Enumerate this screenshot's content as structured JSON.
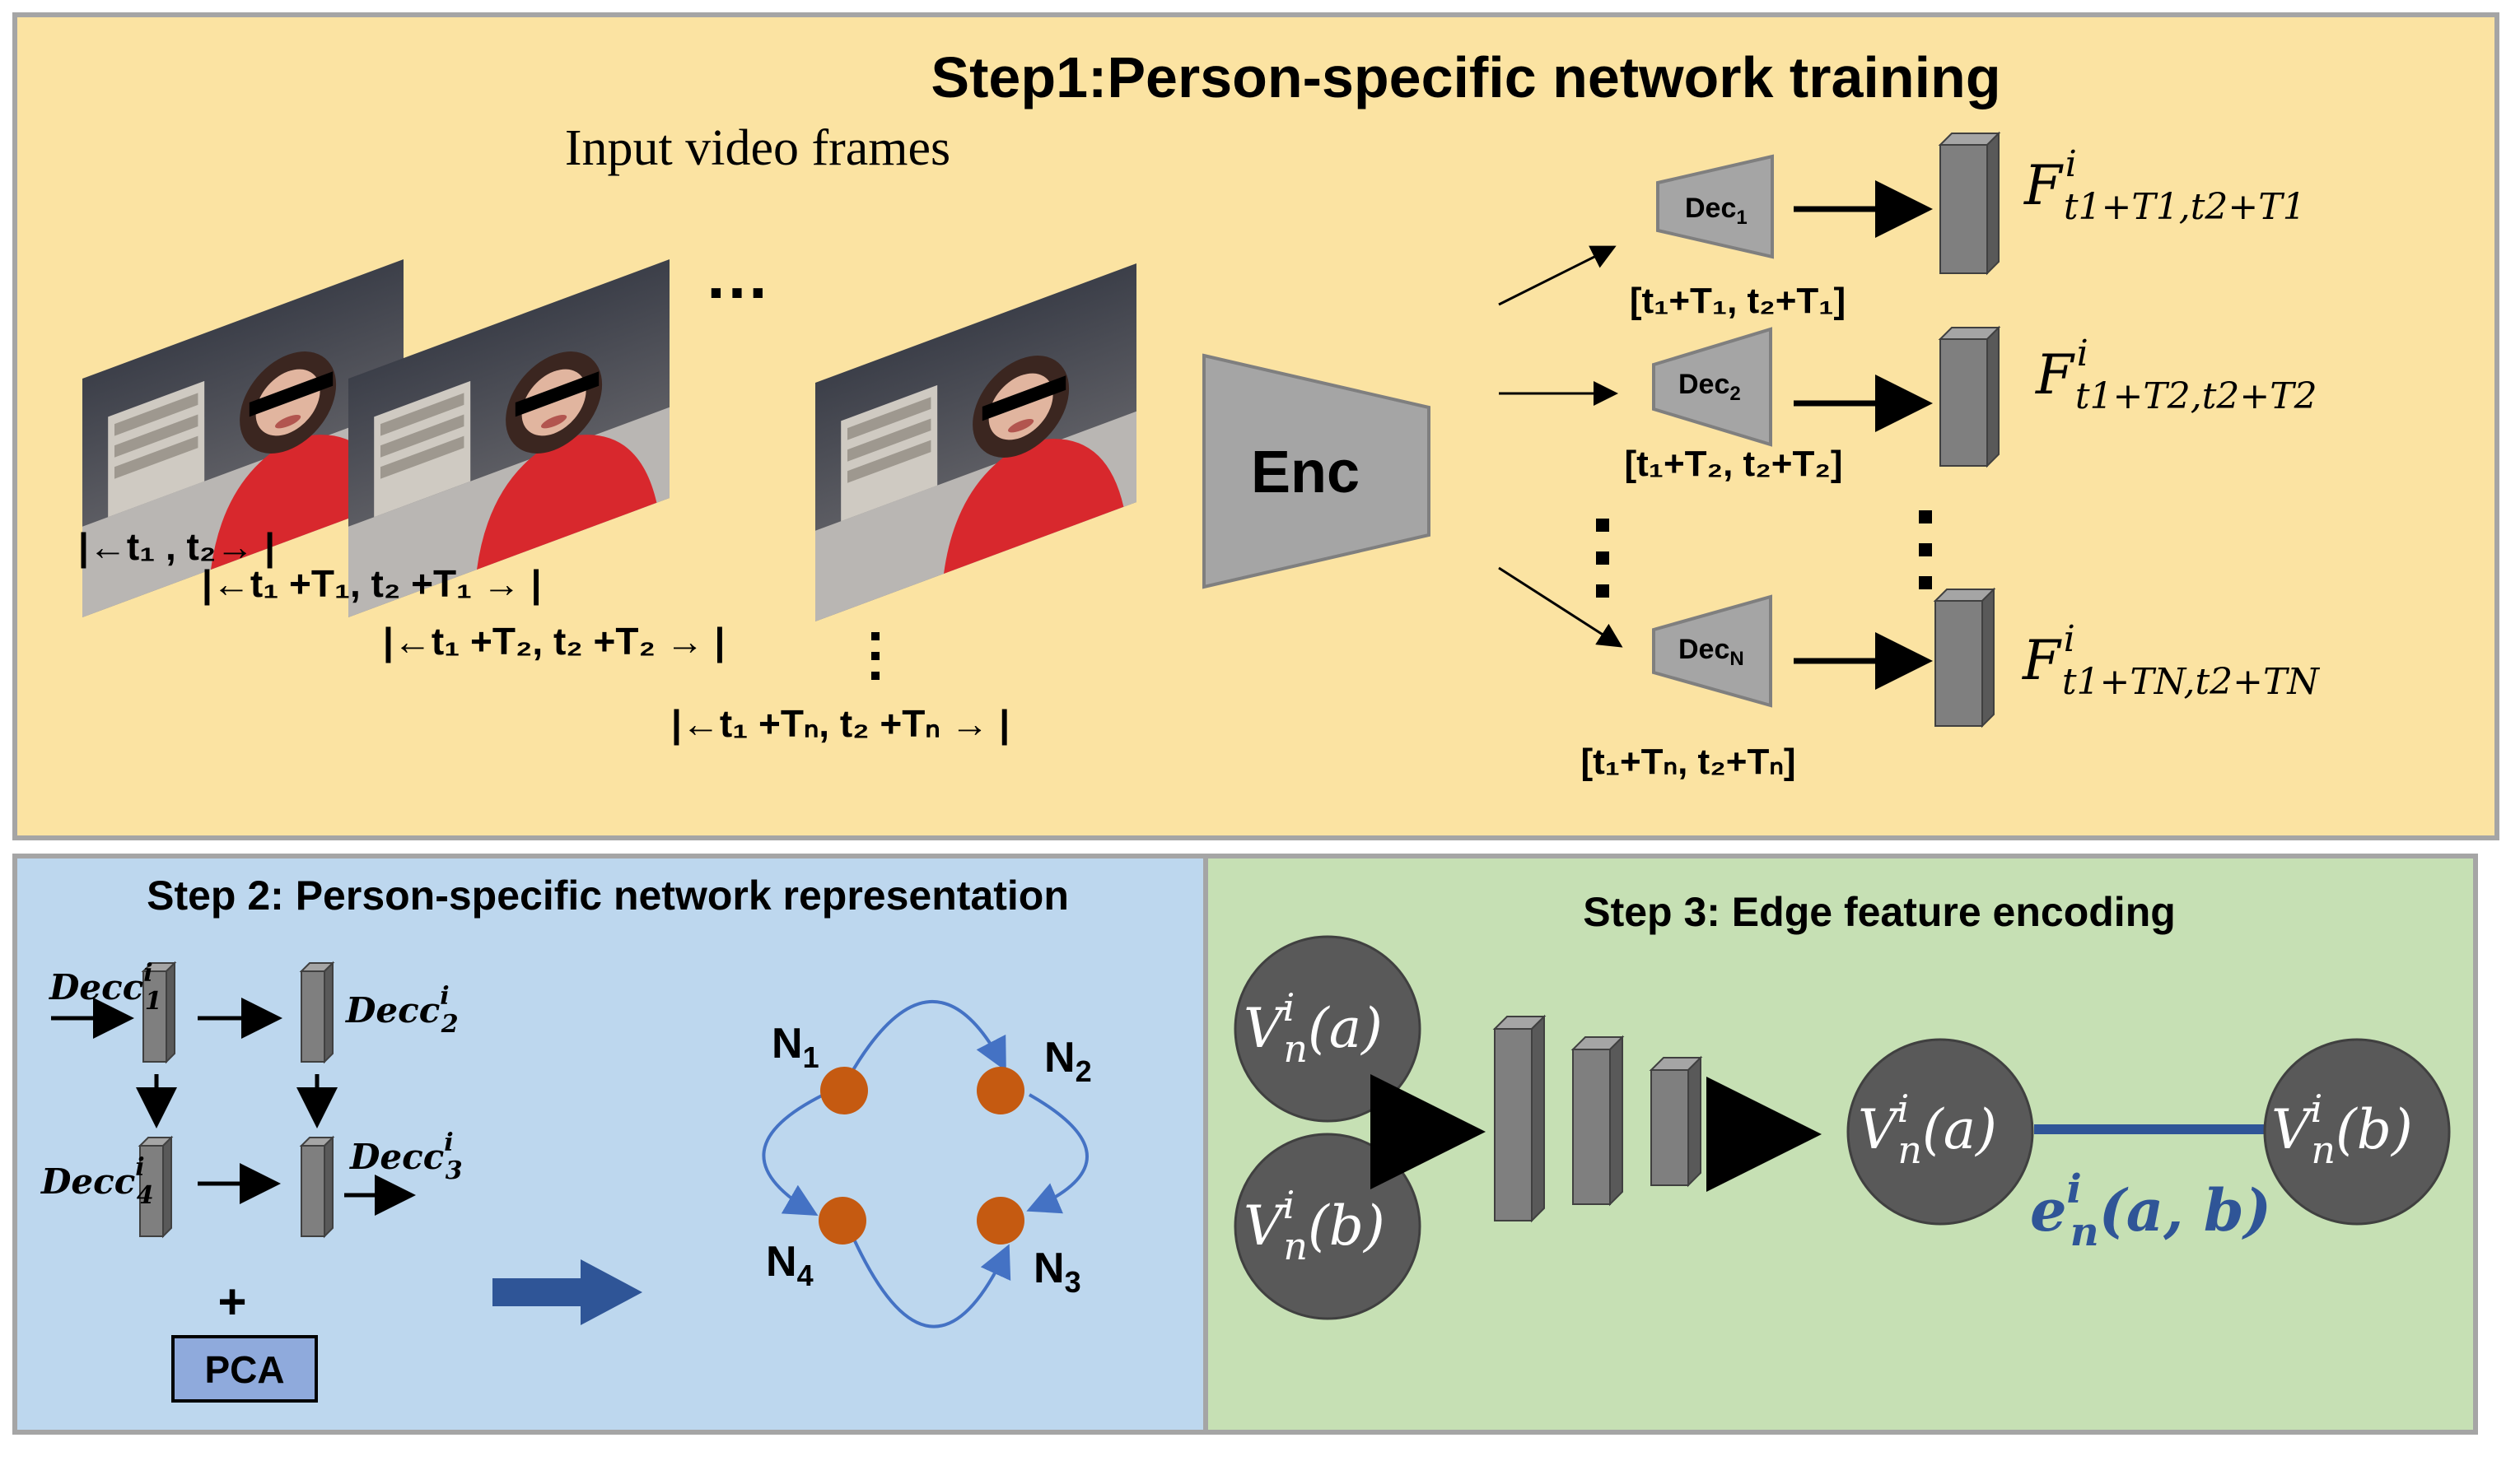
{
  "step1": {
    "title": "Step1:Person-specific network training",
    "input_label": "Input video frames",
    "ellipsis": "…",
    "enc_label": "Enc",
    "decoders": [
      {
        "label": "Dec",
        "sub": "1",
        "window": "[t₁+T₁, t₂+T₁]",
        "feature_sub": "t1+T1,t2+T1"
      },
      {
        "label": "Dec",
        "sub": "2",
        "window": "[t₁+T₂, t₂+T₂]",
        "feature_sub": "t1+T2,t2+T2"
      },
      {
        "label": "Dec",
        "sub": "N",
        "window": "[t₁+Tₙ, t₂+Tₙ]",
        "feature_sub": "t1+TN,t2+TN"
      }
    ],
    "feature_symbol": "F",
    "feature_sup": "i",
    "windows": [
      "|←t₁ , t₂→ |",
      "|←t₁ +T₁,  t₂ +T₁ → |",
      "|←t₁ +T₂,    t₂ +T₂ → |",
      "|←t₁ +Tₙ, t₂ +Tₙ → |"
    ]
  },
  "step2": {
    "title": "Step 2: Person-specific network representation",
    "dec_labels": [
      {
        "base": "Dec",
        "sup": "i",
        "sub": "1"
      },
      {
        "base": "Dec",
        "sup": "i",
        "sub": "2"
      },
      {
        "base": "Dec",
        "sup": "i",
        "sub": "4"
      },
      {
        "base": "Dec",
        "sup": "i",
        "sub": "3"
      }
    ],
    "plus": "+",
    "pca_label": "PCA",
    "nodes": [
      {
        "label": "N",
        "sub": "1"
      },
      {
        "label": "N",
        "sub": "2"
      },
      {
        "label": "N",
        "sub": "4"
      },
      {
        "label": "N",
        "sub": "3"
      }
    ]
  },
  "step3": {
    "title": "Step 3: Edge feature encoding",
    "vertex_a": {
      "base": "V",
      "sup": "i",
      "sub": "n",
      "arg": "(a)"
    },
    "vertex_b": {
      "base": "V",
      "sup": "i",
      "sub": "n",
      "arg": "(b)"
    },
    "edge_label": {
      "base": "e",
      "sup": "i",
      "sub": "n",
      "arg": "(a, b)"
    }
  },
  "colors": {
    "step1_bg": "#fbe3a2",
    "step2_bg": "#bdd7ee",
    "step3_bg": "#c6e0b4",
    "block_gray": "#7f7f7f",
    "node_orange": "#c55a11",
    "edge_blue": "#2f5597",
    "arc_blue": "#4472c4",
    "circle_gray": "#595959"
  }
}
